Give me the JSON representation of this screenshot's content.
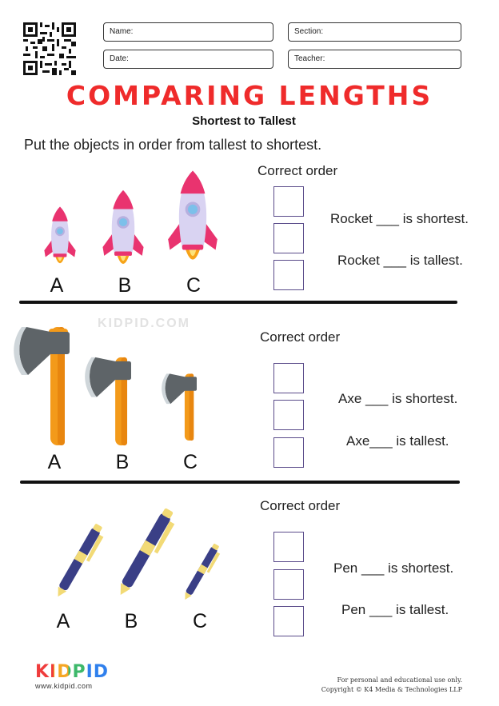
{
  "header": {
    "fields": {
      "name": "Name:",
      "section": "Section:",
      "date": "Date:",
      "teacher": "Teacher:"
    }
  },
  "title": "COMPARING LENGTHS",
  "subtitle": "Shortest to Tallest",
  "instruction": "Put the objects in order from tallest to shortest.",
  "watermark": "KIDPID.COM",
  "sections": [
    {
      "object": "rocket",
      "correct_order_label": "Correct order",
      "labels": [
        "A",
        "B",
        "C"
      ],
      "statement_shortest": "Rocket ___ is shortest.",
      "statement_tallest": "Rocket ___ is tallest."
    },
    {
      "object": "axe",
      "correct_order_label": "Correct order",
      "labels": [
        "A",
        "B",
        "C"
      ],
      "statement_shortest": "Axe ___ is shortest.",
      "statement_tallest": "Axe___ is tallest."
    },
    {
      "object": "pen",
      "correct_order_label": "Correct order",
      "labels": [
        "A",
        "B",
        "C"
      ],
      "statement_shortest": "Pen ___ is shortest.",
      "statement_tallest": "Pen ___ is tallest."
    }
  ],
  "footer": {
    "logo_text": "KIDPID",
    "website": "www.kidpid.com",
    "note_line1": "For personal and educational use only.",
    "note_line2": "Copyright © K4 Media & Technologies LLP"
  },
  "colors": {
    "title": "#ef2b2b",
    "rocket_body": "#d9d3f2",
    "rocket_fin": "#e9336f",
    "axe_handle": "#f39a1a",
    "axe_head": "#5e6468",
    "pen_body": "#3a3f86",
    "pen_band": "#f2da76",
    "box_border": "#5a4b8a"
  },
  "icons": [
    "qr-code-icon",
    "rocket-icon",
    "axe-icon",
    "pen-icon",
    "kidpid-logo-icon"
  ]
}
